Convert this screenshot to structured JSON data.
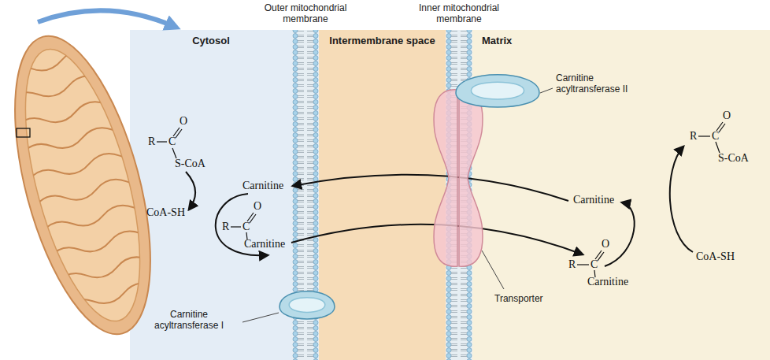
{
  "diagram": {
    "nodes": [
      {
        "text": [
          "Outer mitochondrial membrane"
        ]
      },
      {
        "text": [
          "Inner mitochondrial membrane"
        ]
      },
      {
        "text": [
          "Cytosol"
        ]
      },
      {
        "text": [
          "Intermembrane space"
        ]
      },
      {
        "text": [
          "Matrix"
        ]
      },
      {
        "text": [
          "Carnitine acyltransferase I"
        ]
      },
      {
        "text": [
          "Transporter"
        ]
      },
      {
        "text": [
          "Carnitine acyltransferase II"
        ]
      }
    ],
    "labels": [
      "R",
      "C",
      "O",
      "S-CoA",
      "CoA-SH",
      "Carnitine",
      "R",
      "C",
      "O",
      "Carnitine",
      "Carnitine",
      "R",
      "C",
      "O",
      "Carnitine",
      "R",
      "C",
      "O",
      "S-CoA",
      "CoA-SH"
    ]
  }
}
